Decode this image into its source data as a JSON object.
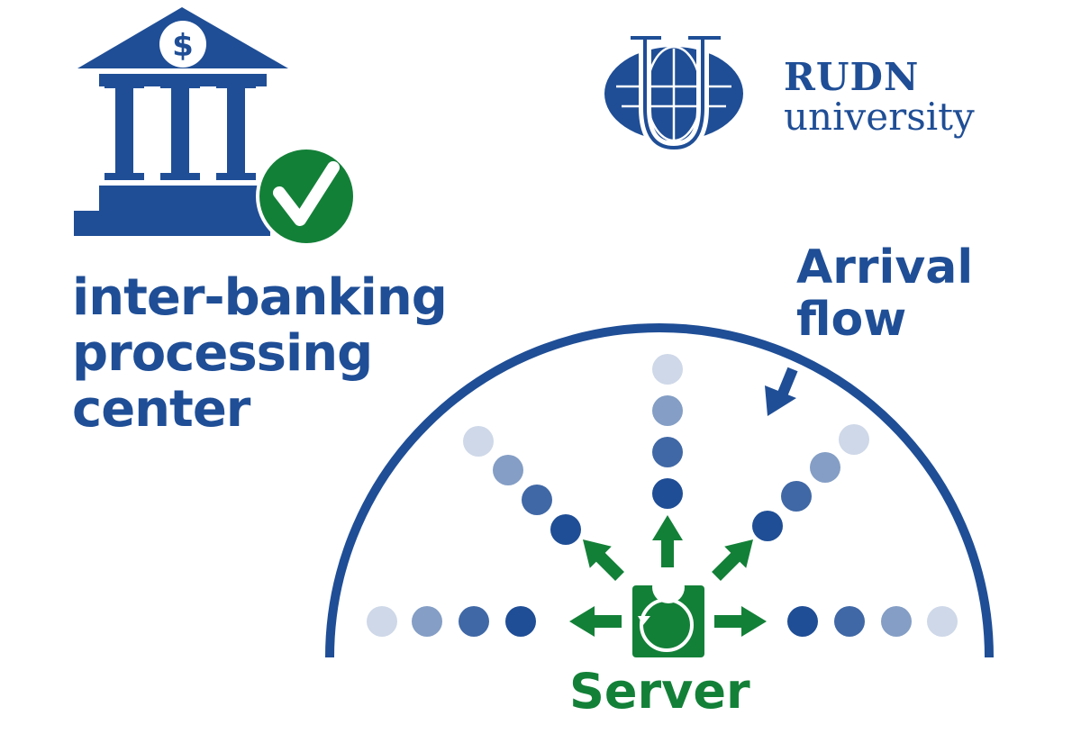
{
  "bank": {
    "icon": "bank-icon",
    "currency_symbol": "$",
    "check_icon": "check-circle-icon",
    "label_lines": [
      "inter-banking",
      "processing",
      "center"
    ]
  },
  "university": {
    "logo_icon": "rudn-globe-logo",
    "name_line1": "RUDN",
    "name_line2": "university"
  },
  "arrival": {
    "label_lines": [
      "Arrival",
      "flow"
    ]
  },
  "server": {
    "label": "Server"
  },
  "colors": {
    "blue": "#1f4e96",
    "green": "#138038",
    "white": "#ffffff"
  }
}
